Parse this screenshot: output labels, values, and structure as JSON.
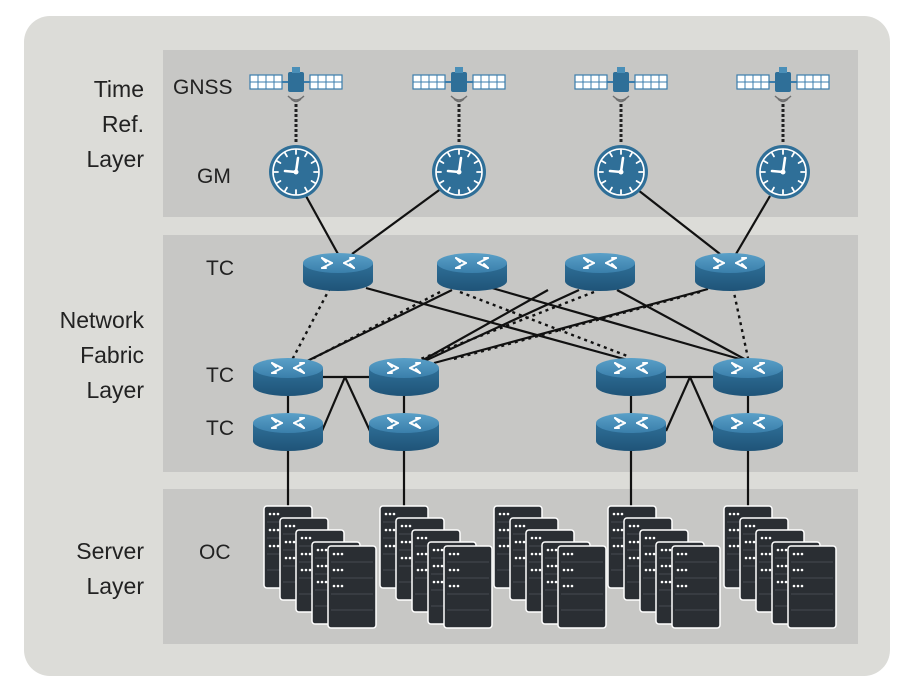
{
  "layers": {
    "time_ref": {
      "lines": [
        "Time",
        "Ref.",
        "Layer"
      ]
    },
    "network_fabric": {
      "lines": [
        "Network",
        "Fabric",
        "Layer"
      ]
    },
    "server": {
      "lines": [
        "Server",
        "Layer"
      ]
    }
  },
  "row_labels": {
    "gnss": "GNSS",
    "gm": "GM",
    "tc_top": "TC",
    "tc_mid": "TC",
    "tc_bottom": "TC",
    "oc": "OC"
  },
  "colors": {
    "frame": "#dcdcd8",
    "band": "#c7c7c5",
    "device_blue": "#2f6f98",
    "device_blue_light": "#4a8fb8",
    "server_dark": "#2a2e33",
    "link": "#111111"
  },
  "icons": [
    "satellite-icon",
    "clock-icon",
    "router-icon",
    "server-icon"
  ]
}
